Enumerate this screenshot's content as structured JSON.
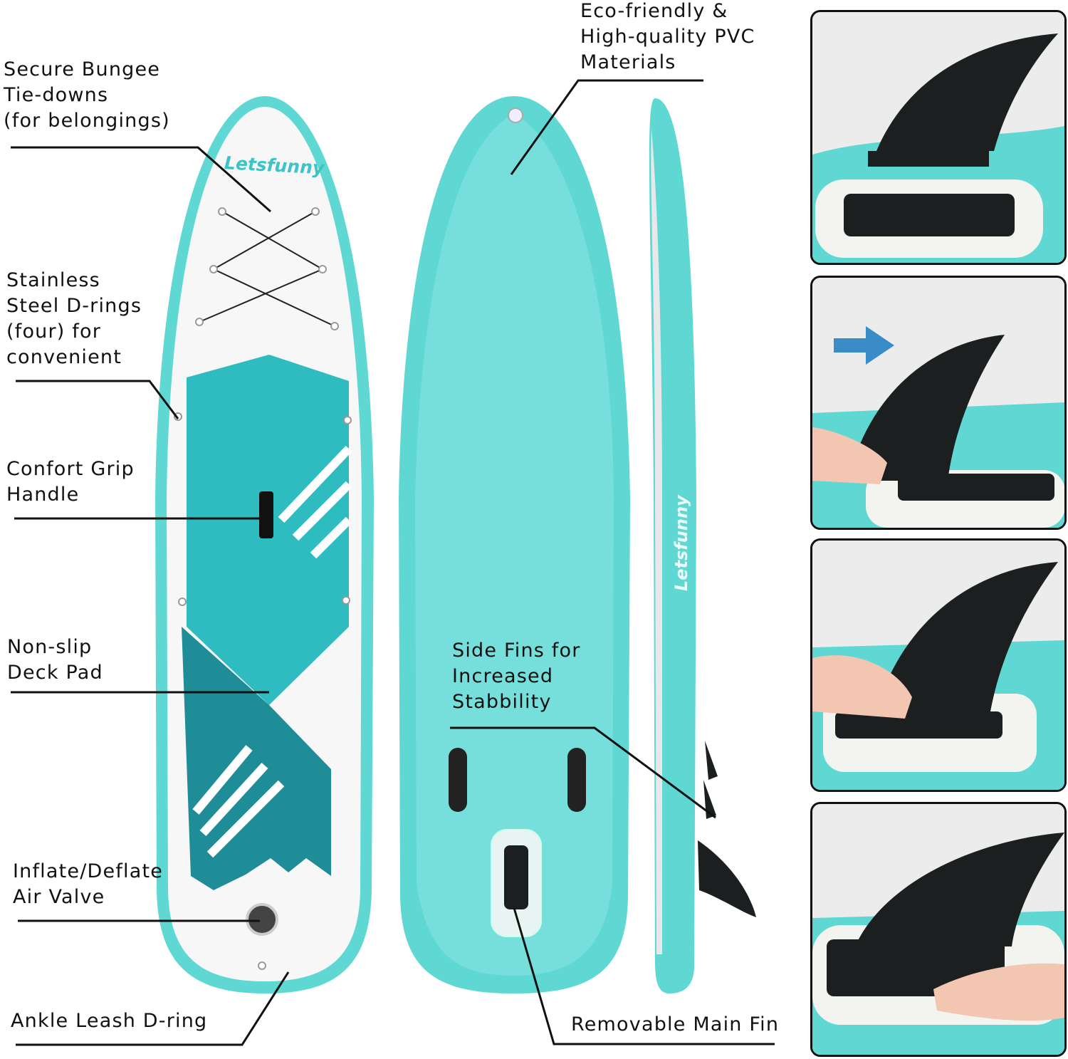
{
  "brand": "Letsfunny",
  "colors": {
    "teal": "#5fd8d4",
    "deep_teal": "#1f8d98",
    "pad_teal": "#2fbcc0",
    "fin": "#1c1f20",
    "line": "#111111"
  },
  "callouts": {
    "bungee": [
      "Secure Bungee",
      "Tie-downs",
      "(for belongings)"
    ],
    "drings": [
      "Stainless",
      "Steel D-rings",
      "(four) for",
      "convenient"
    ],
    "handle": [
      "Confort Grip",
      "Handle"
    ],
    "deckpad": [
      "Non-slip",
      "Deck Pad"
    ],
    "valve": [
      "Inflate/Deflate",
      "Air Valve"
    ],
    "leash": [
      "Ankle Leash D-ring"
    ],
    "pvc": [
      "Eco-friendly &",
      "High-quality PVC",
      "Materials"
    ],
    "sidefins": [
      "Side Fins for",
      "Increased",
      "Stabbility"
    ],
    "mainfin": [
      "Removable Main Fin"
    ]
  },
  "fin_install_steps": [
    "fin-box",
    "slide-fin-in",
    "press-fin",
    "lock-fin"
  ]
}
